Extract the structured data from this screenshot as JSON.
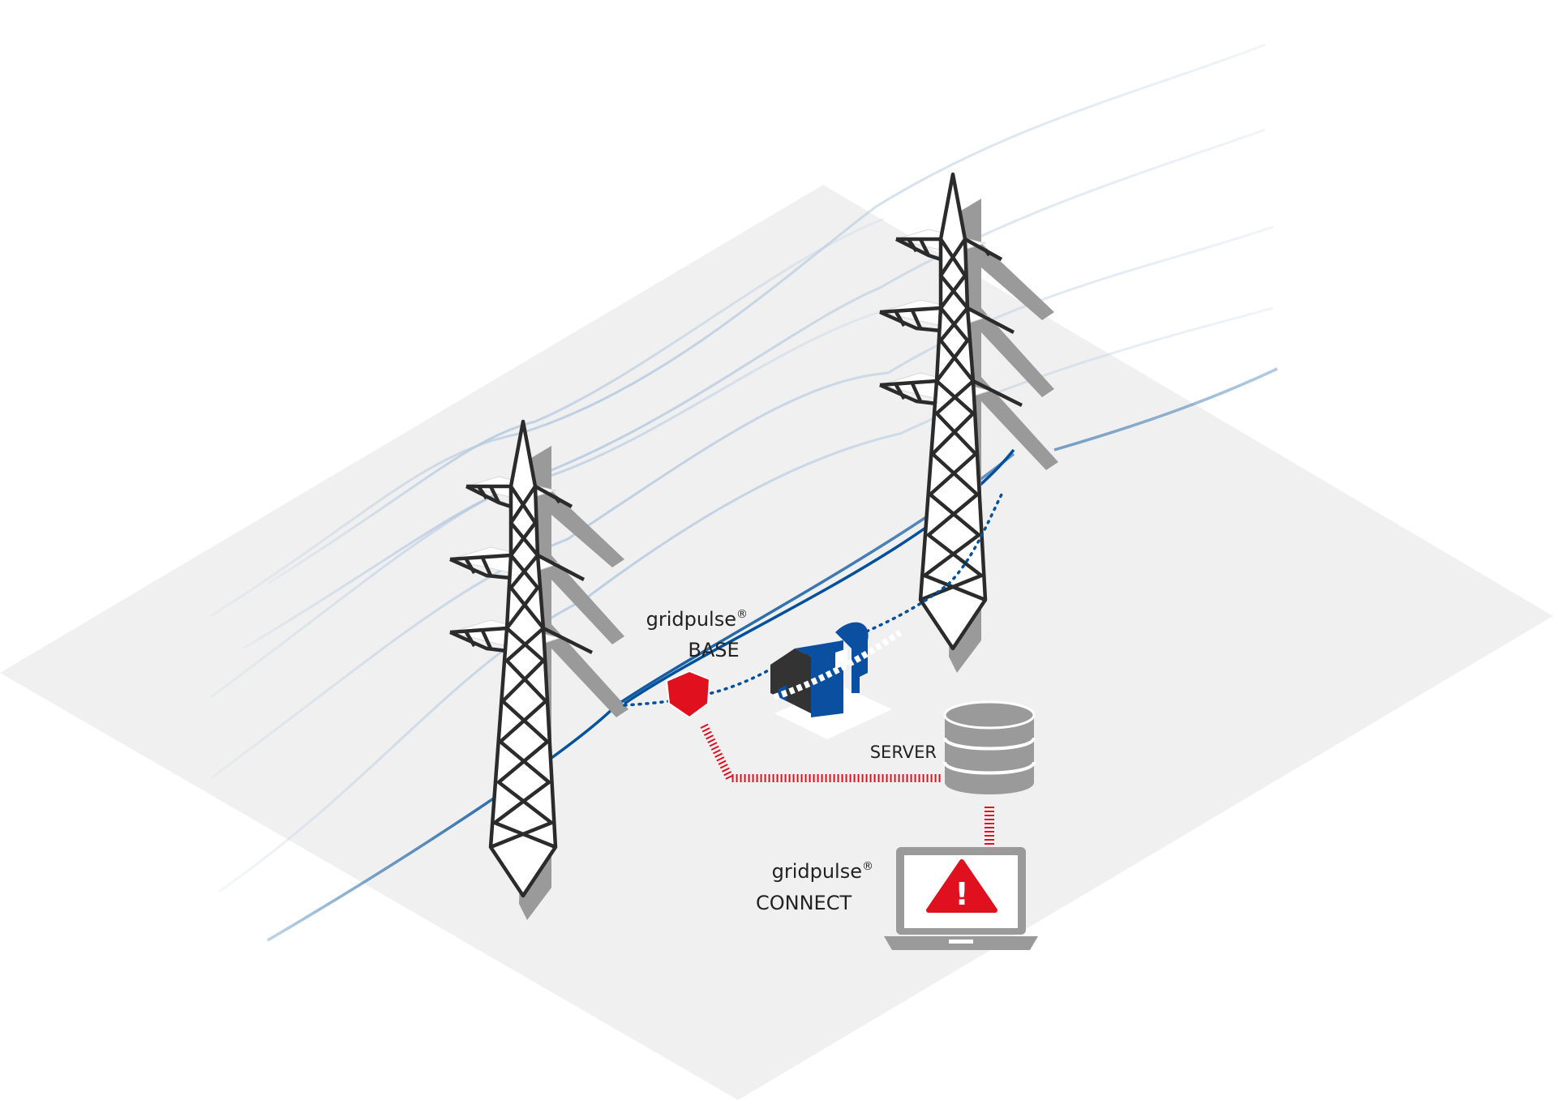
{
  "labels": {
    "base": {
      "brand": "gridpulse",
      "mark": "®",
      "product": "BASE"
    },
    "server": "SERVER",
    "connect": {
      "brand": "gridpulse",
      "mark": "®",
      "product": "CONNECT"
    }
  },
  "icons": {
    "alert": "!"
  },
  "colors": {
    "ground": "#f0f0f0",
    "tower_outline": "#2b2b2b",
    "tower_shadow": "#9a9a9a",
    "line_blue": "#00509b",
    "line_faint": "#b7cbe0",
    "signal_red": "#e0101e",
    "device_gray": "#9a9a9a"
  }
}
